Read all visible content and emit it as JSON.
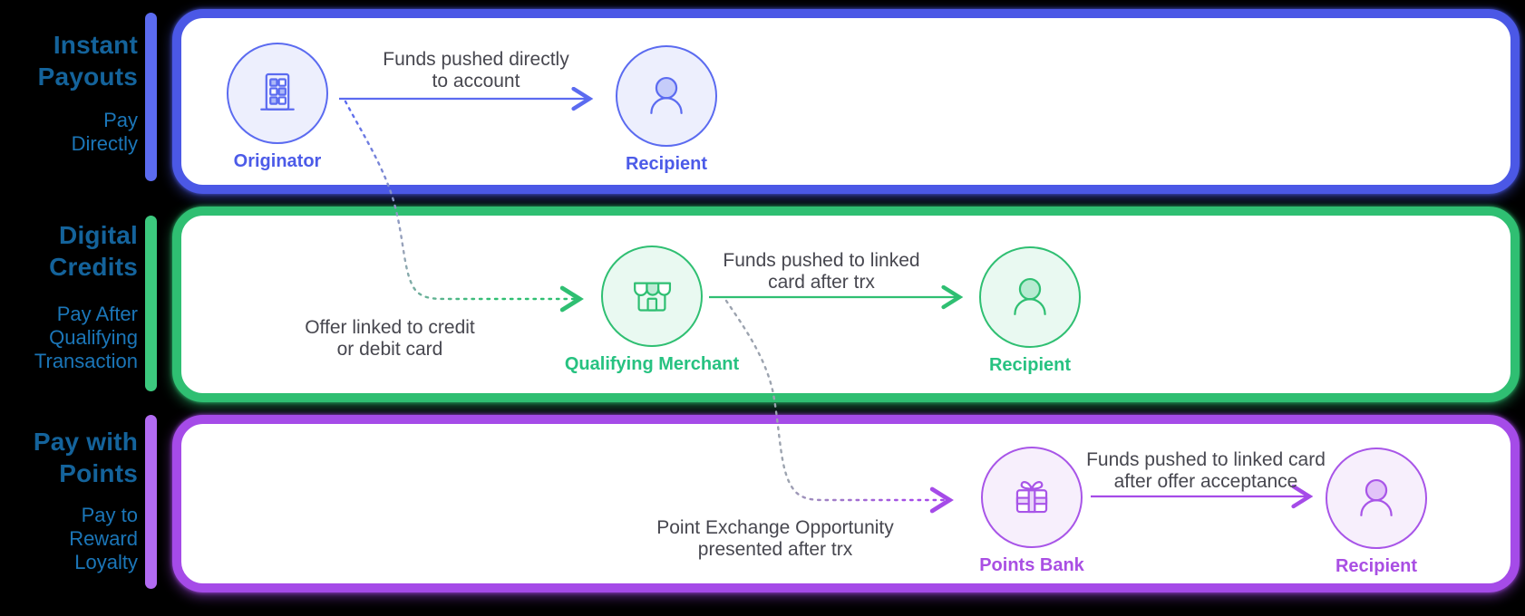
{
  "colors": {
    "background": "#000000",
    "heading_text": "#14639B",
    "subheading_text": "#1B76B8",
    "body_text": "#47474F",
    "blue_accent": "#5B6BF0",
    "blue_border": "#4B58E6",
    "blue_label": "#4C5BE8",
    "green_accent": "#3CC97E",
    "green_border": "#2FBF72",
    "green_label": "#27C281",
    "purple_accent": "#B26BF2",
    "purple_border": "#A54BE8",
    "purple_label": "#A94FE3",
    "gray_dotted": "#9CA3AF"
  },
  "rows": [
    {
      "id": "instant-payouts",
      "title_lines": [
        "Instant",
        "Payouts"
      ],
      "subtitle_lines": [
        "Pay",
        "Directly"
      ],
      "nodes": [
        {
          "id": "originator",
          "label": "Originator",
          "icon": "building-icon"
        },
        {
          "id": "recipient",
          "label": "Recipient",
          "icon": "person-icon"
        }
      ],
      "arrow_label_lines": [
        "Funds pushed directly",
        "to account"
      ]
    },
    {
      "id": "digital-credits",
      "title_lines": [
        "Digital",
        "Credits"
      ],
      "subtitle_lines": [
        "Pay After",
        "Qualifying",
        "Transaction"
      ],
      "inbound_label_lines": [
        "Offer linked to credit",
        "or debit card"
      ],
      "nodes": [
        {
          "id": "qualifying-merchant",
          "label": "Qualifying Merchant",
          "icon": "storefront-icon"
        },
        {
          "id": "recipient",
          "label": "Recipient",
          "icon": "person-icon"
        }
      ],
      "arrow_label_lines": [
        "Funds pushed to linked",
        "card after trx"
      ]
    },
    {
      "id": "pay-with-points",
      "title_lines": [
        "Pay with",
        "Points"
      ],
      "subtitle_lines": [
        "Pay to",
        "Reward",
        "Loyalty"
      ],
      "inbound_label_lines": [
        "Point Exchange Opportunity",
        "presented after trx"
      ],
      "nodes": [
        {
          "id": "points-bank",
          "label": "Points Bank",
          "icon": "gift-icon"
        },
        {
          "id": "recipient",
          "label": "Recipient",
          "icon": "person-icon"
        }
      ],
      "arrow_label_lines": [
        "Funds pushed to linked card",
        "after offer acceptance"
      ]
    }
  ]
}
